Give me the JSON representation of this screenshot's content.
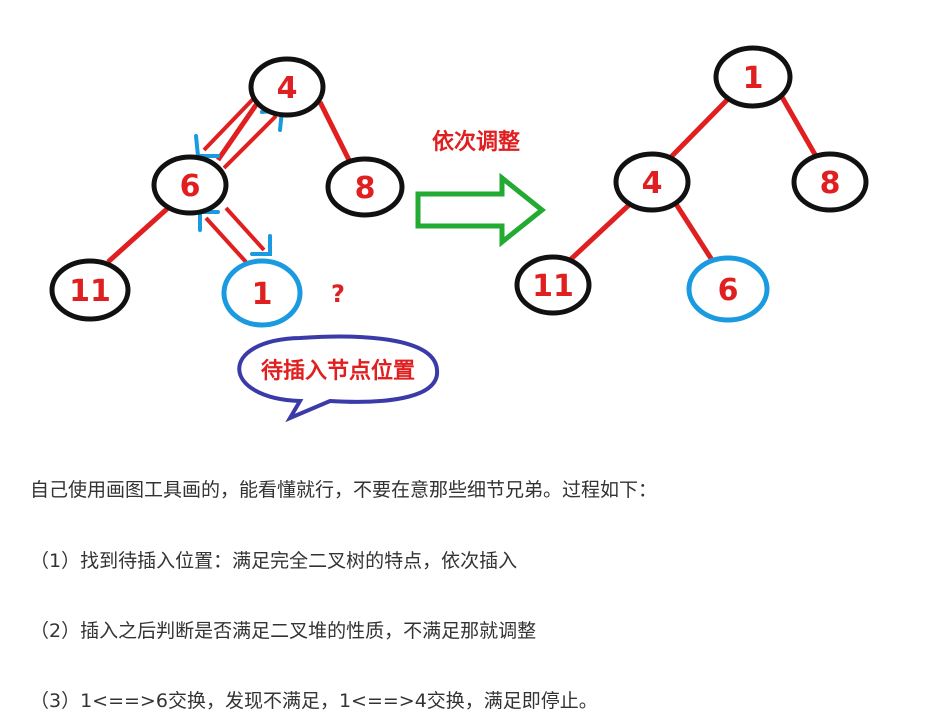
{
  "diagram": {
    "left_tree": {
      "nodes": {
        "n4": "4",
        "n6": "6",
        "n8": "8",
        "n11": "11",
        "n1": "1"
      },
      "question_mark": "?",
      "bubble_text": "待插入节点位置"
    },
    "arrow_label": "依次调整",
    "right_tree": {
      "nodes": {
        "n1": "1",
        "n4": "4",
        "n8": "8",
        "n11": "11",
        "n6": "6"
      }
    },
    "colors": {
      "edge": "#e02020",
      "node_outline": "#111111",
      "highlight_outline": "#1a9ae0",
      "swap_arrow": "#1a9ae0",
      "big_arrow": "#22aa33",
      "bubble_outline": "#3a3aa8"
    }
  },
  "text": {
    "intro": "自己使用画图工具画的，能看懂就行，不要在意那些细节兄弟。过程如下：",
    "step1": "（1）找到待插入位置：满足完全二叉树的特点，依次插入",
    "step2": "（2）插入之后判断是否满足二叉堆的性质，不满足那就调整",
    "step3": "（3）1<==>6交换，发现不满足，1<==>4交换，满足即停止。"
  }
}
